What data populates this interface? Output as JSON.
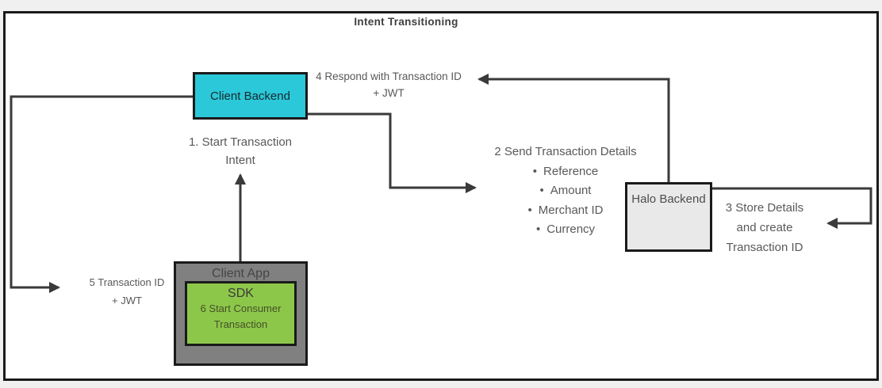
{
  "title": "Intent Transitioning",
  "colors": {
    "background": "#f0f0f0",
    "canvas": "#ffffff",
    "frame_border": "#1a1a1a",
    "connector_line": "#3a3a3a",
    "client_backend_fill": "#2bc8d9",
    "halo_backend_fill": "#e9e9e9",
    "client_app_fill": "#808080",
    "sdk_fill": "#8dc74a",
    "annotation_text": "#595959"
  },
  "nodes": {
    "client_backend": {
      "label": "Client Backend"
    },
    "halo_backend": {
      "label": "Halo Backend"
    },
    "client_app": {
      "label": "Client App"
    },
    "sdk": {
      "title": "SDK",
      "line1": "6 Start Consumer",
      "line2": "Transaction"
    }
  },
  "annotations": {
    "step1": {
      "line1": "1. Start Transaction",
      "line2": "Intent"
    },
    "step2": {
      "title": "2 Send Transaction Details",
      "bullet_glyph": "•",
      "bullets": [
        "Reference",
        "Amount",
        "Merchant ID",
        "Currency"
      ]
    },
    "step3": {
      "line1": "3 Store Details",
      "line2": "and create",
      "line3": "Transaction ID"
    },
    "step4": {
      "line1": "4 Respond with Transaction ID",
      "line2": "+ JWT"
    },
    "step5": {
      "line1": "5 Transaction ID",
      "line2": "+ JWT"
    }
  }
}
